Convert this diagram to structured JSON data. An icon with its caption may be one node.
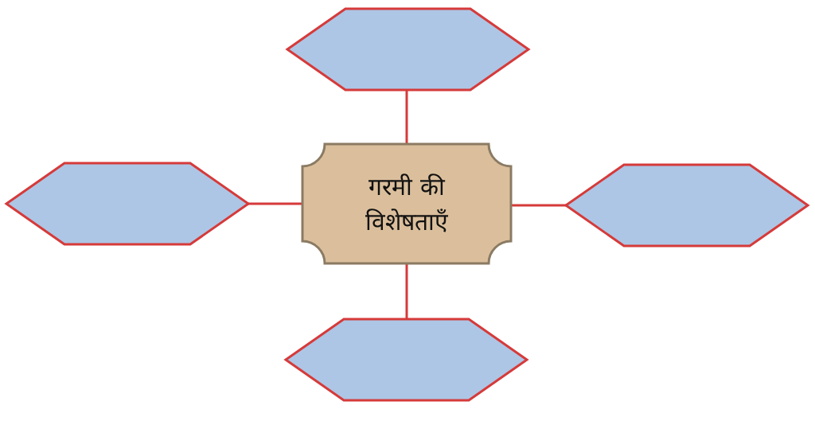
{
  "diagram": {
    "nodes": [
      {
        "text": [
          "गरमी की विशेषताएँ"
        ]
      },
      {
        "text": [],
        "shape": "hexagon"
      },
      {
        "text": [],
        "shape": "hexagon"
      },
      {
        "text": [],
        "shape": "hexagon"
      },
      {
        "text": [],
        "shape": "hexagon"
      }
    ],
    "edges": [
      {
        "from": 0,
        "to": 1,
        "arrow": "none"
      },
      {
        "from": 0,
        "to": 2,
        "arrow": "none"
      },
      {
        "from": 0,
        "to": 3,
        "arrow": "none"
      },
      {
        "from": 0,
        "to": 4,
        "arrow": "none"
      }
    ]
  }
}
